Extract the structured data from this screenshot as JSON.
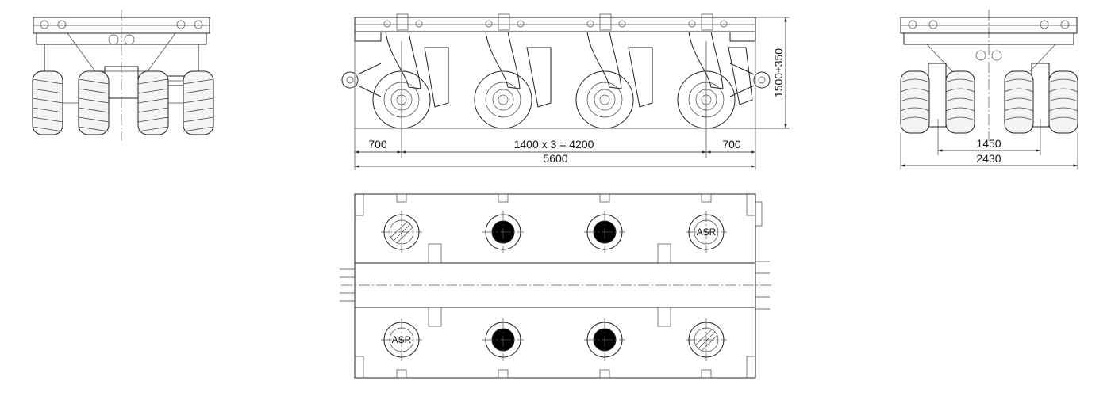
{
  "dimensions": {
    "side_left_overhang": "700",
    "side_axle_spacing": "1400 x 3 = 4200",
    "side_right_overhang": "700",
    "side_total_length": "5600",
    "side_height": "1500±350",
    "front_track": "1450",
    "front_total_width": "2430"
  },
  "plan_labels": {
    "asr_top_right": "ASR",
    "asr_bottom_left": "ASR"
  },
  "colors": {
    "line": "#222222",
    "background": "#ffffff",
    "hub_fill": "#000000"
  }
}
